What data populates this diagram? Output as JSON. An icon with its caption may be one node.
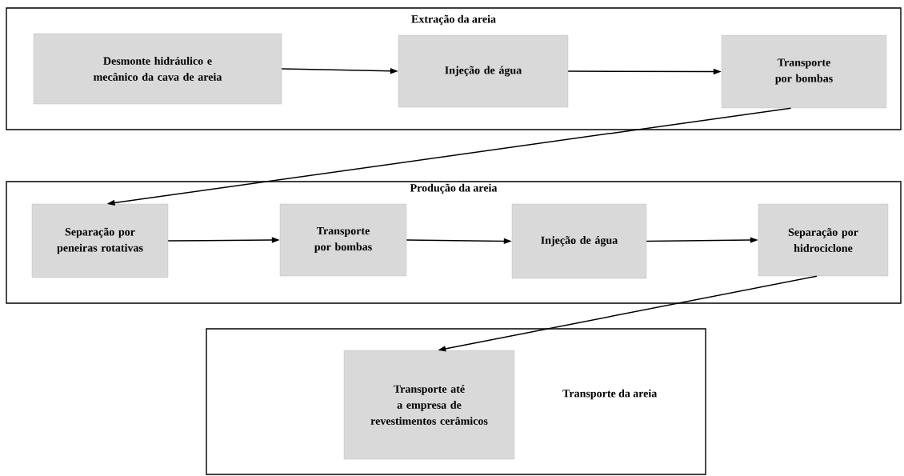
{
  "diagram": {
    "nodes": [
      {
        "text": [
          "Extração da areia"
        ]
      },
      {
        "text": [
          "Desmonte hidráulico e mecânico da cava de areia"
        ],
        "in": 0
      },
      {
        "text": [
          "Injeção de água"
        ],
        "in": 0
      },
      {
        "text": [
          "Transporte por bombas"
        ],
        "in": 0
      },
      {
        "text": [
          "Produção da areia"
        ]
      },
      {
        "text": [
          "Separação por peneiras rotativas"
        ],
        "in": 4
      },
      {
        "text": [
          "Transporte por bombas"
        ],
        "in": 4
      },
      {
        "text": [
          "Injeção de água"
        ],
        "in": 4
      },
      {
        "text": [
          "Separação por hidrociclone"
        ],
        "in": 4
      },
      {
        "text": [
          "Transporte da areia"
        ]
      },
      {
        "text": [
          "Transporte até a empresa de revestimentos cerâmicos"
        ],
        "in": 9
      }
    ],
    "edges": [
      {
        "from": 1,
        "to": 2,
        "arrow": "to"
      },
      {
        "from": 2,
        "to": 3,
        "arrow": "to"
      },
      {
        "from": 3,
        "to": 5,
        "arrow": "to"
      },
      {
        "from": 5,
        "to": 6,
        "arrow": "to"
      },
      {
        "from": 6,
        "to": 7,
        "arrow": "to"
      },
      {
        "from": 7,
        "to": 8,
        "arrow": "to"
      },
      {
        "from": 8,
        "to": 10,
        "arrow": "to"
      }
    ]
  }
}
